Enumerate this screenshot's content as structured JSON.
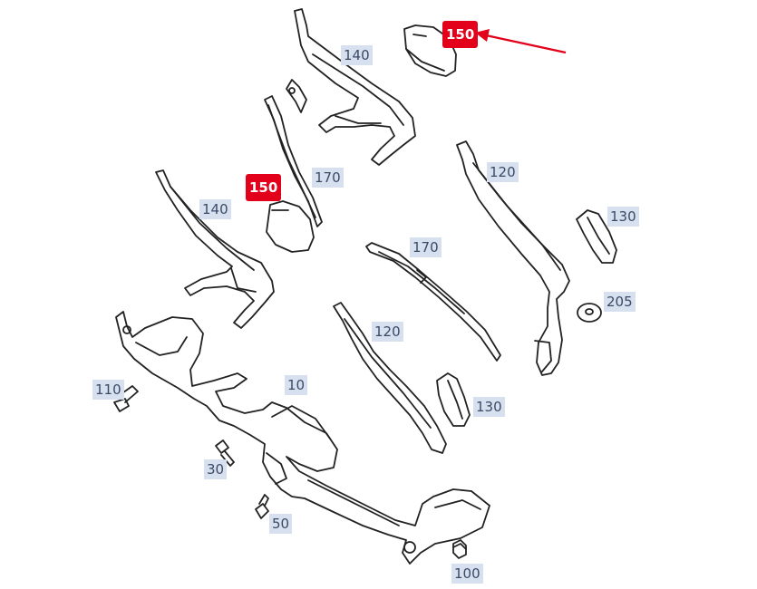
{
  "diagram": {
    "highlight_color": "#e2001a",
    "label_bg_color": "#d7e0ef",
    "labels": {
      "p140_top": "140",
      "p150_top": "150",
      "p150_left": "150",
      "p170_top": "170",
      "p140_left": "140",
      "p120_right": "120",
      "p130_right": "130",
      "p170_mid": "170",
      "p205": "205",
      "p120_mid": "120",
      "p110": "110",
      "p10": "10",
      "p130_mid": "130",
      "p30": "30",
      "p50": "50",
      "p100": "100"
    }
  }
}
